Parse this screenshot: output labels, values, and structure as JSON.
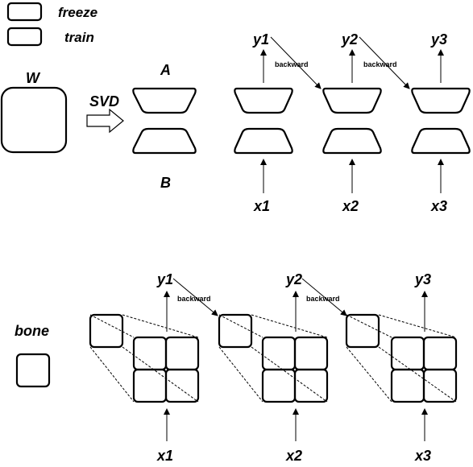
{
  "legend": {
    "freeze_label": "freeze",
    "train_label": "train"
  },
  "top": {
    "w_label": "W",
    "svd_label": "SVD",
    "a_label": "A",
    "b_label": "B",
    "columns": [
      {
        "y": "y1",
        "x": "x1"
      },
      {
        "y": "y2",
        "x": "x2"
      },
      {
        "y": "y3",
        "x": "x3"
      }
    ],
    "backward_label": "backward"
  },
  "bottom": {
    "bone_label": "bone",
    "columns": [
      {
        "y": "y1",
        "x": "x1"
      },
      {
        "y": "y2",
        "x": "x2"
      },
      {
        "y": "y3",
        "x": "x3"
      }
    ],
    "backward_label": "backward"
  },
  "colors": {
    "freeze": "#3c8fdc",
    "train": "#33dd33"
  }
}
